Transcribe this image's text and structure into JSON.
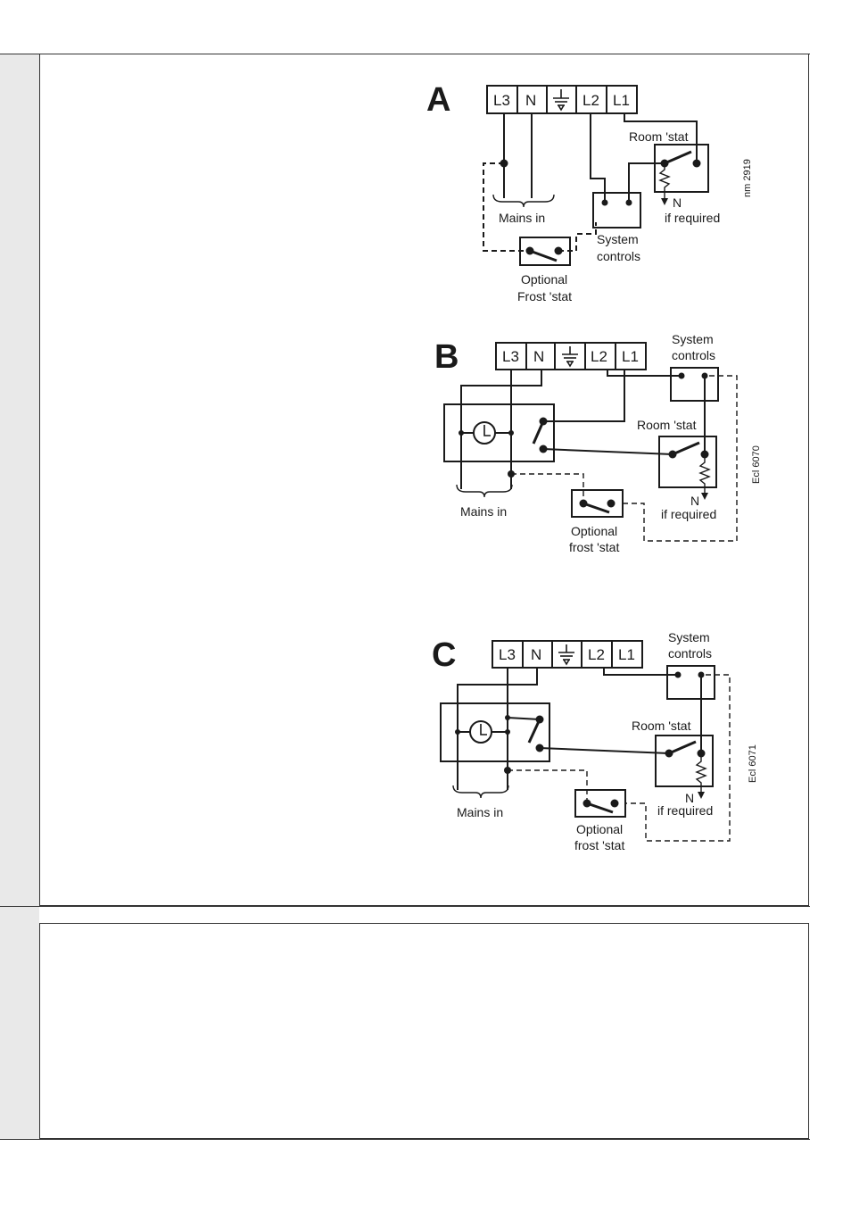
{
  "diagrams": {
    "a": {
      "letter": "A",
      "terminals": [
        "L3",
        "N",
        "L2",
        "L1"
      ],
      "room_stat": "Room 'stat",
      "n": "N",
      "if_required": "if required",
      "mains_in": "Mains in",
      "system_controls": [
        "System",
        "controls"
      ],
      "frost_stat": [
        "Optional",
        "Frost 'stat"
      ],
      "ref": "nm 2919"
    },
    "b": {
      "letter": "B",
      "terminals": [
        "L3",
        "N",
        "L2",
        "L1"
      ],
      "room_stat": "Room 'stat",
      "n": "N",
      "if_required": "if required",
      "mains_in": "Mains in",
      "system_controls": [
        "System",
        "controls"
      ],
      "frost_stat": [
        "Optional",
        "frost 'stat"
      ],
      "ref": "Ecl 6070"
    },
    "c": {
      "letter": "C",
      "terminals": [
        "L3",
        "N",
        "L2",
        "L1"
      ],
      "room_stat": "Room 'stat",
      "n": "N",
      "if_required": "if required",
      "mains_in": "Mains in",
      "system_controls": [
        "System",
        "controls"
      ],
      "frost_stat": [
        "Optional",
        "frost 'stat"
      ],
      "ref": "Ecl 6071"
    }
  },
  "colors": {
    "line": "#1a1a1a",
    "sidebar": "#e9e9e9"
  },
  "icons": [
    "earth-symbol-icon",
    "clock-icon",
    "switch-icon",
    "resistor-icon"
  ]
}
